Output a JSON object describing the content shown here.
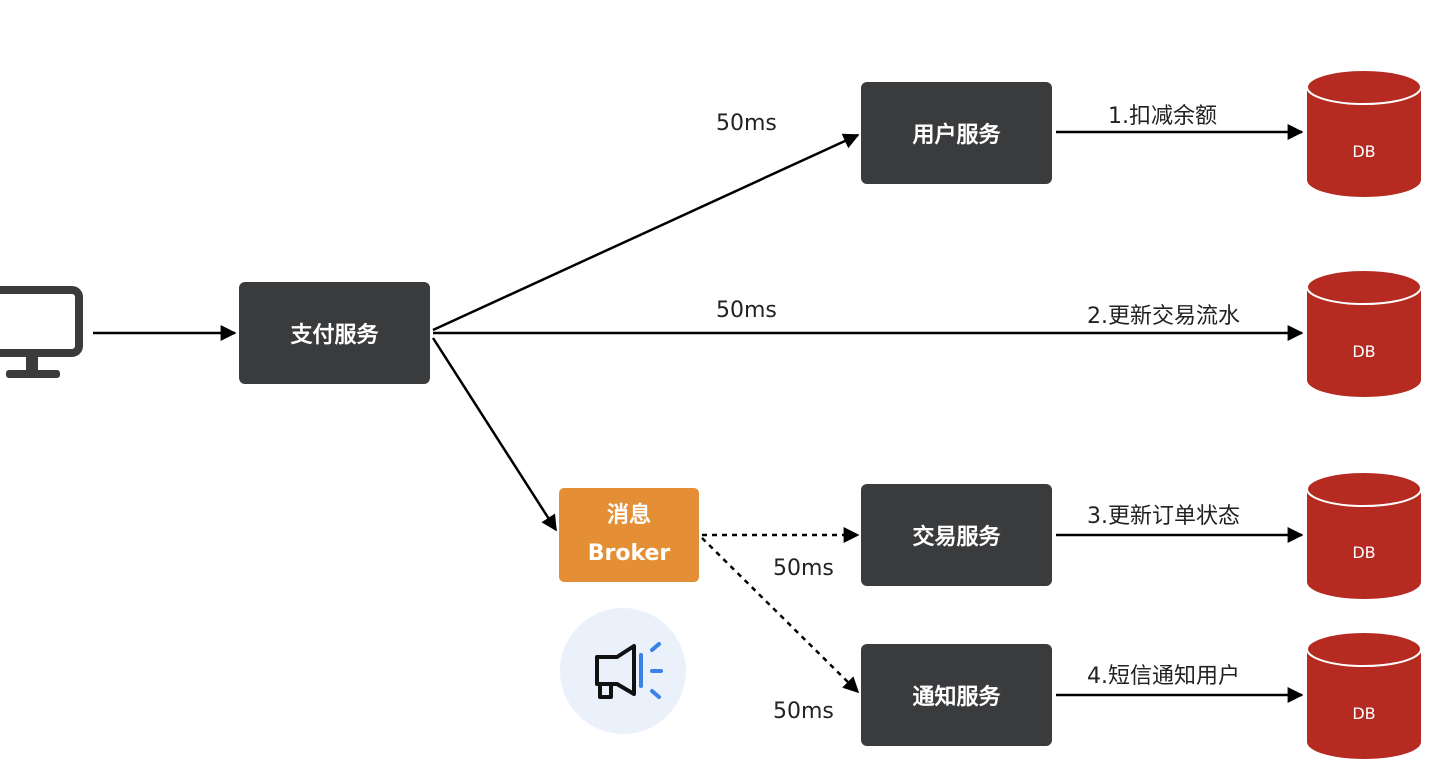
{
  "services": {
    "payment": "支付服务",
    "user": "用户服务",
    "trade": "交易服务",
    "notify": "通知服务"
  },
  "broker": {
    "line1": "消息",
    "line2": "Broker"
  },
  "latencies": {
    "to_user": "50ms",
    "to_db2": "50ms",
    "to_trade": "50ms",
    "to_notify": "50ms"
  },
  "steps": {
    "step1": "1.扣减余额",
    "step2": "2.更新交易流水",
    "step3": "3.更新订单状态",
    "step4": "4.短信通知用户"
  },
  "db_label": "DB",
  "dbs": [
    "DB",
    "DB",
    "DB",
    "DB"
  ],
  "icons": {
    "client": "monitor-icon",
    "megaphone": "megaphone-icon"
  },
  "colors": {
    "service_box": "#3a3b3d",
    "broker": "#e48f35",
    "database": "#b52a21",
    "megaphone_bg": "#eaf1fb",
    "megaphone_waves": "#3b82e6"
  }
}
